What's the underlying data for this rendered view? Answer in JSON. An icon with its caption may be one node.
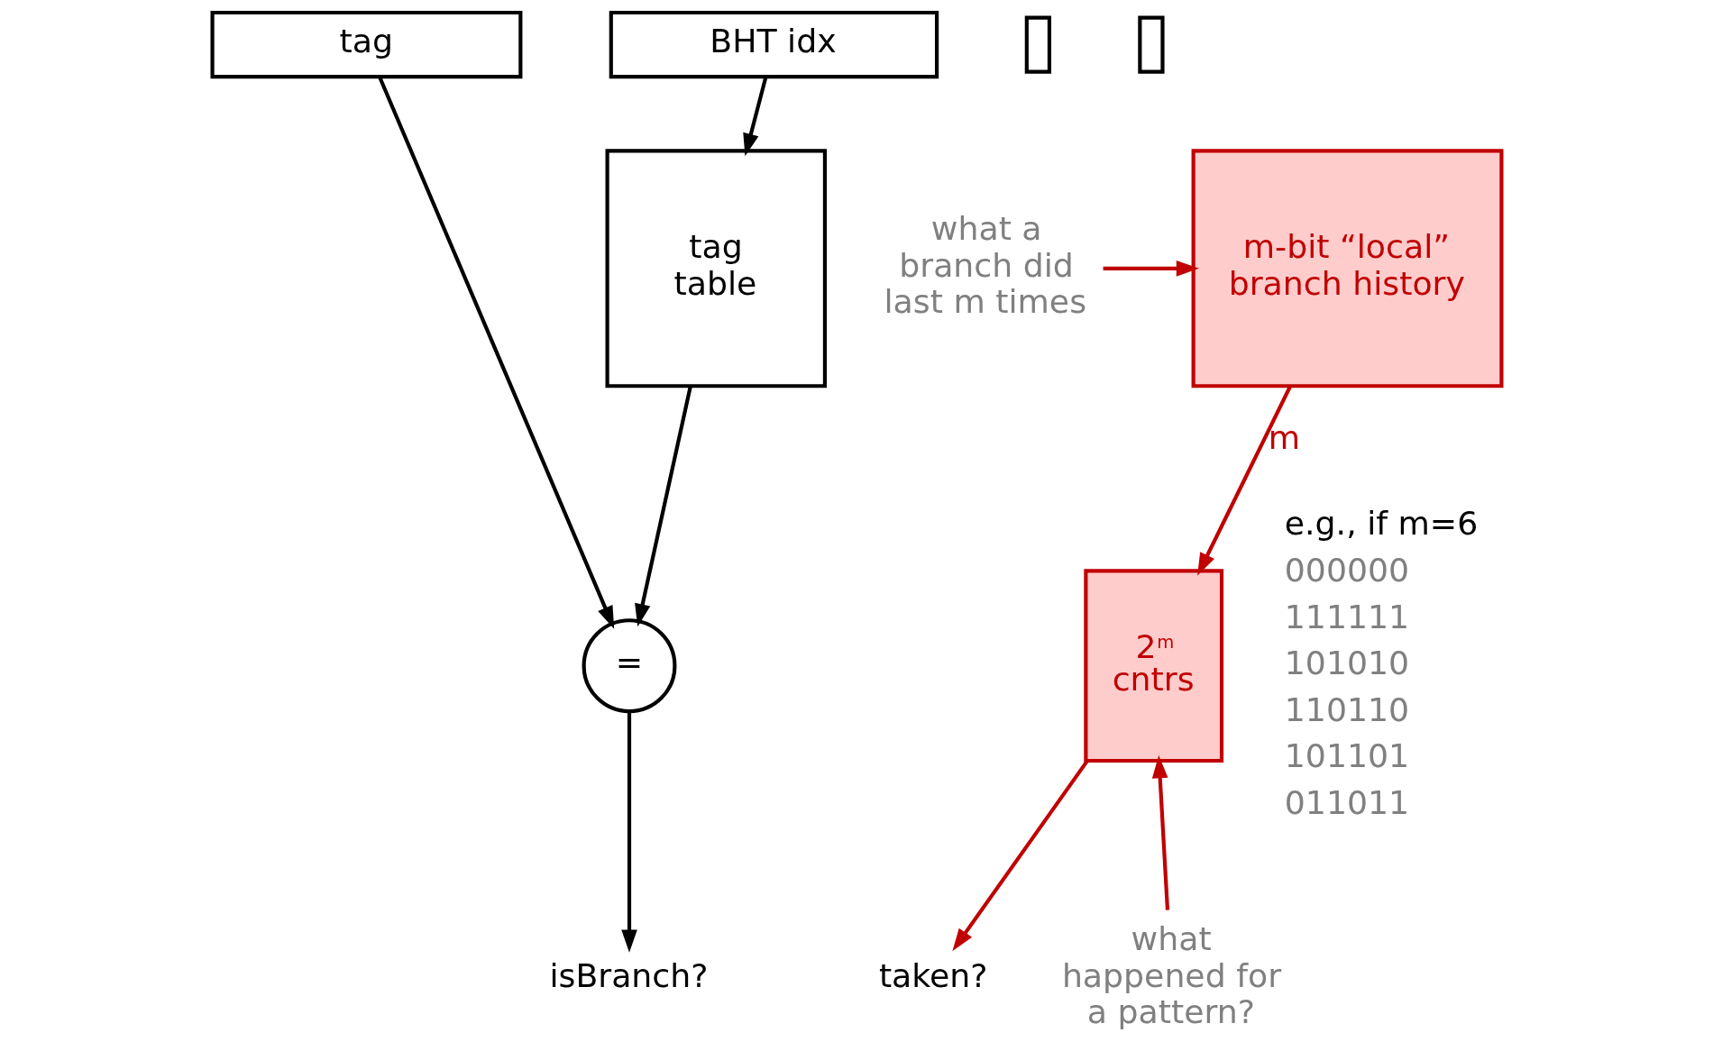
{
  "diagram": {
    "nodes": [
      {
        "text": [
          "tag"
        ]
      },
      {
        "text": [
          "BHT idx"
        ]
      },
      {
        "text": [],
        "shape": "box"
      },
      {
        "text": [],
        "shape": "box"
      },
      {
        "text": [
          "tag table"
        ]
      },
      {
        "text": [
          "m-bit “local” branch history"
        ]
      },
      {
        "text": [
          "="
        ]
      },
      {
        "text": [
          "2$^{m}$ cntrs"
        ]
      },
      {
        "text": [
          "isBranch?"
        ]
      },
      {
        "text": [
          "taken?"
        ]
      },
      {
        "text": [
          "what a branch did last m times"
        ]
      },
      {
        "text": [
          "what happened for a pattern?"
        ]
      }
    ],
    "edges": [
      {
        "from": 0,
        "to": 6,
        "arrow": "to"
      },
      {
        "from": 1,
        "to": 4,
        "arrow": "to"
      },
      {
        "from": 4,
        "to": 6,
        "arrow": "to"
      },
      {
        "from": 5,
        "to": 7,
        "arrow": "to",
        "label": "m",
        "color": "#c00000"
      },
      {
        "from": 6,
        "to": 8,
        "arrow": "to"
      },
      {
        "from": 7,
        "to": 9,
        "arrow": "to",
        "color": "#c00000"
      },
      {
        "from": 10,
        "to": 5,
        "arrow": "to",
        "color": "#c00000"
      },
      {
        "from": 11,
        "to": 7,
        "arrow": "to",
        "color": "#c00000"
      }
    ],
    "labels": [
      "e.g., if m=6",
      "000000",
      "111111",
      "101010",
      "110110",
      "101101",
      "011011"
    ]
  }
}
